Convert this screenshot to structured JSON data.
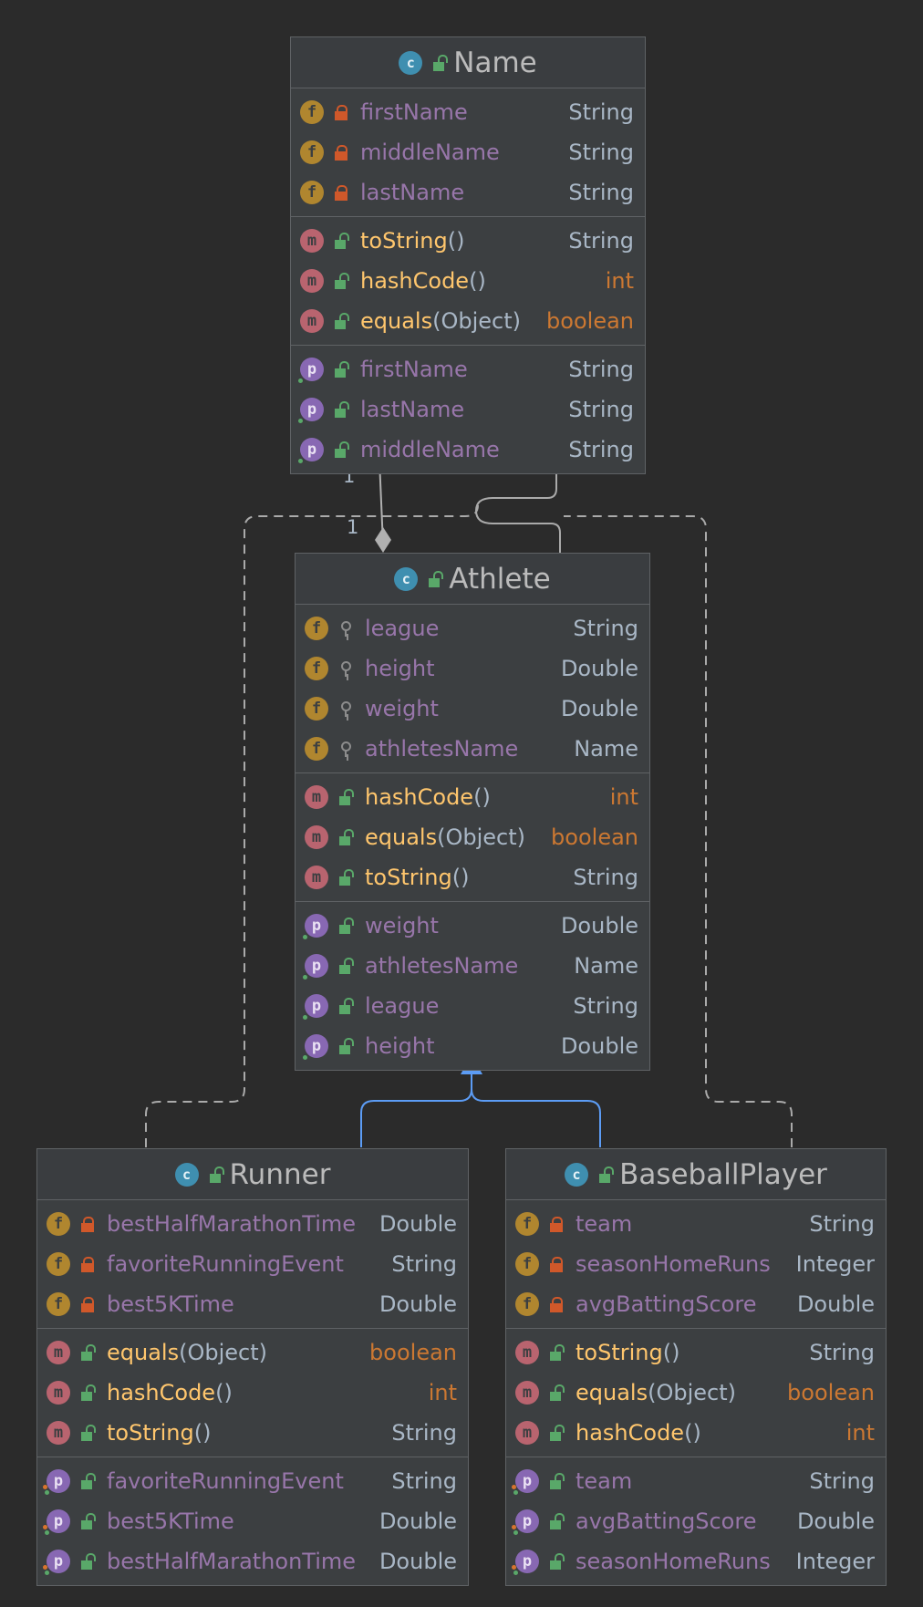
{
  "classes": [
    {
      "id": "name",
      "title": "Name",
      "fields": [
        {
          "name": "firstName",
          "type": "String"
        },
        {
          "name": "middleName",
          "type": "String"
        },
        {
          "name": "lastName",
          "type": "String"
        }
      ],
      "methods": [
        {
          "name": "toString",
          "params": "()",
          "type": "String"
        },
        {
          "name": "hashCode",
          "params": "()",
          "type": "int"
        },
        {
          "name": "equals",
          "params": "(Object)",
          "type": "boolean"
        }
      ],
      "properties": [
        {
          "name": "firstName",
          "type": "String"
        },
        {
          "name": "lastName",
          "type": "String"
        },
        {
          "name": "middleName",
          "type": "String"
        }
      ]
    },
    {
      "id": "athlete",
      "title": "Athlete",
      "fields": [
        {
          "name": "league",
          "type": "String"
        },
        {
          "name": "height",
          "type": "Double"
        },
        {
          "name": "weight",
          "type": "Double"
        },
        {
          "name": "athletesName",
          "type": "Name"
        }
      ],
      "methods": [
        {
          "name": "hashCode",
          "params": "()",
          "type": "int"
        },
        {
          "name": "equals",
          "params": "(Object)",
          "type": "boolean"
        },
        {
          "name": "toString",
          "params": "()",
          "type": "String"
        }
      ],
      "properties": [
        {
          "name": "weight",
          "type": "Double"
        },
        {
          "name": "athletesName",
          "type": "Name"
        },
        {
          "name": "league",
          "type": "String"
        },
        {
          "name": "height",
          "type": "Double"
        }
      ]
    },
    {
      "id": "runner",
      "title": "Runner",
      "fields": [
        {
          "name": "bestHalfMarathonTime",
          "type": "Double"
        },
        {
          "name": "favoriteRunningEvent",
          "type": "String"
        },
        {
          "name": "best5KTime",
          "type": "Double"
        }
      ],
      "methods": [
        {
          "name": "equals",
          "params": "(Object)",
          "type": "boolean"
        },
        {
          "name": "hashCode",
          "params": "()",
          "type": "int"
        },
        {
          "name": "toString",
          "params": "()",
          "type": "String"
        }
      ],
      "properties": [
        {
          "name": "favoriteRunningEvent",
          "type": "String"
        },
        {
          "name": "best5KTime",
          "type": "Double"
        },
        {
          "name": "bestHalfMarathonTime",
          "type": "Double"
        }
      ]
    },
    {
      "id": "baseball",
      "title": "BaseballPlayer",
      "fields": [
        {
          "name": "team",
          "type": "String"
        },
        {
          "name": "seasonHomeRuns",
          "type": "Integer"
        },
        {
          "name": "avgBattingScore",
          "type": "Double"
        }
      ],
      "methods": [
        {
          "name": "toString",
          "params": "()",
          "type": "String"
        },
        {
          "name": "equals",
          "params": "(Object)",
          "type": "boolean"
        },
        {
          "name": "hashCode",
          "params": "()",
          "type": "int"
        }
      ],
      "properties": [
        {
          "name": "team",
          "type": "String"
        },
        {
          "name": "avgBattingScore",
          "type": "Double"
        },
        {
          "name": "seasonHomeRuns",
          "type": "Integer"
        }
      ]
    }
  ],
  "multiplicity": {
    "top": "1",
    "bottom": "1"
  },
  "colors": {
    "background": "#2b2b2b",
    "box": "#3c3f41",
    "border": "#5f6265",
    "field_name": "#9876aa",
    "method_name": "#ffc66d",
    "type": "#a9b7c6",
    "primitive_type": "#cc7832",
    "inheritance": "#5c9cf5",
    "dependency": "#aaaaaa"
  }
}
